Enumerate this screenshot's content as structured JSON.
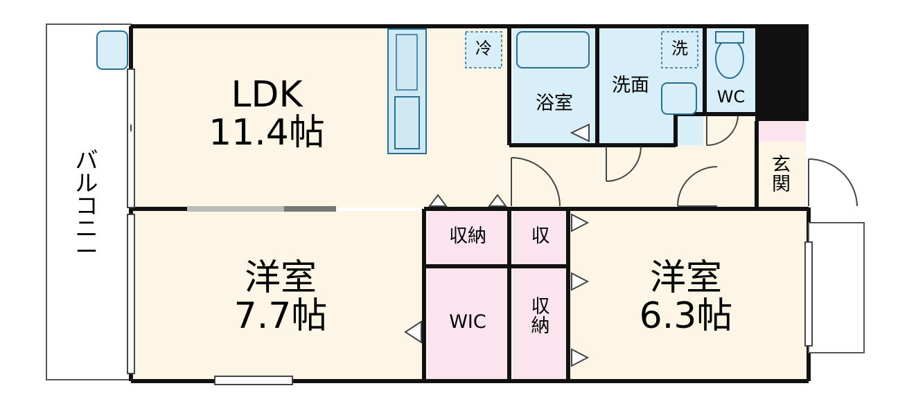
{
  "floor_plan": {
    "rooms": [
      {
        "id": "ldk",
        "label": "LDK\n11.4帖",
        "fill": "#fdf6e6"
      },
      {
        "id": "western-room-1",
        "label": "洋室\n7.7帖",
        "fill": "#fdf6e6"
      },
      {
        "id": "western-room-2",
        "label": "洋室\n6.3帖",
        "fill": "#fdf6e6"
      },
      {
        "id": "bathroom",
        "label": "浴室",
        "fill": "#d8eef8"
      },
      {
        "id": "washroom",
        "label": "洗面",
        "fill": "#d8eef8"
      },
      {
        "id": "toilet",
        "label": "WC",
        "fill": "#d8eef8"
      },
      {
        "id": "entrance",
        "label": "玄\n関",
        "fill": "#fdf6e6"
      },
      {
        "id": "storage-1",
        "label": "収納",
        "fill": "#fbe4ee"
      },
      {
        "id": "storage-2",
        "label": "収",
        "fill": "#fbe4ee"
      },
      {
        "id": "walk-in-closet",
        "label": "WIC",
        "fill": "#fbe4ee"
      },
      {
        "id": "storage-3",
        "label": "収\n納",
        "fill": "#fbe4ee"
      }
    ],
    "balcony": {
      "label": "バ\nル\nコ\nニ\nー"
    },
    "fixtures": {
      "fridge_label": "冷",
      "washer_label": "洗"
    }
  }
}
